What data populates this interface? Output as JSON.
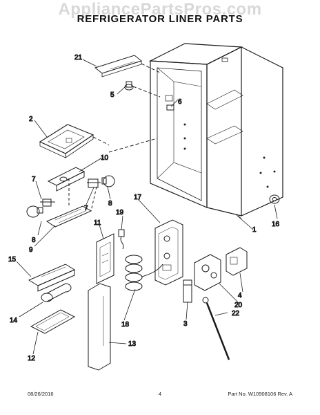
{
  "watermark": "AppliancePartsPros.com",
  "title": "REFRIGERATOR LINER PARTS",
  "callouts": {
    "c1": "1",
    "c2": "2",
    "c3": "3",
    "c4": "4",
    "c5": "5",
    "c6": "6",
    "c7a": "7",
    "c7b": "7",
    "c8a": "8",
    "c8b": "8",
    "c9": "9",
    "c10": "10",
    "c11": "11",
    "c12": "12",
    "c13": "13",
    "c14": "14",
    "c15": "15",
    "c16": "16",
    "c17": "17",
    "c18": "18",
    "c19": "19",
    "c20": "20",
    "c21": "21",
    "c22": "22"
  },
  "footer": {
    "date": "08/26/2016",
    "page": "4",
    "part": "Part No. W10908106  Rev. A"
  }
}
